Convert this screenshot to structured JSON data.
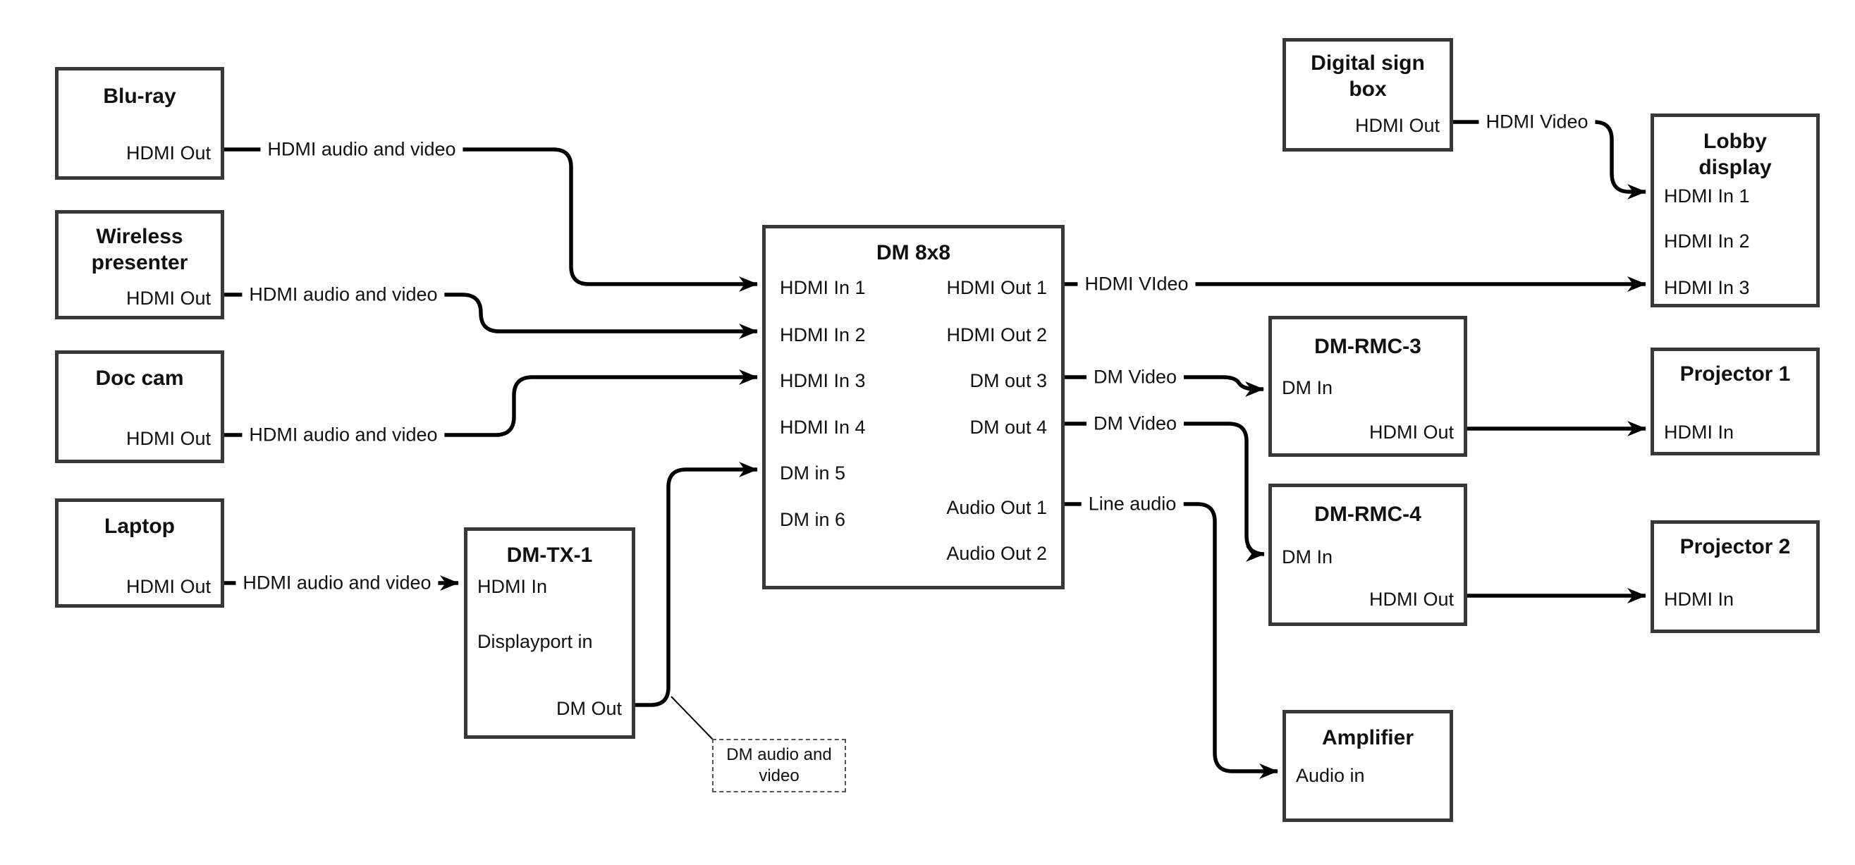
{
  "colors": {
    "wire": "#000000",
    "box_border": "#383838",
    "text": "#111111",
    "background": "#ffffff"
  },
  "nodes": {
    "bluray": {
      "title": "Blu-ray",
      "ports": {
        "hdmi_out": "HDMI Out"
      }
    },
    "wireless_presenter": {
      "title": "Wireless\npresenter",
      "ports": {
        "hdmi_out": "HDMI Out"
      }
    },
    "doc_cam": {
      "title": "Doc cam",
      "ports": {
        "hdmi_out": "HDMI Out"
      }
    },
    "laptop": {
      "title": "Laptop",
      "ports": {
        "hdmi_out": "HDMI Out"
      }
    },
    "dm_tx_1": {
      "title": "DM-TX-1",
      "ports": {
        "hdmi_in": "HDMI In",
        "displayport_in": "Displayport in",
        "dm_out": "DM Out"
      }
    },
    "dm_8x8": {
      "title": "DM 8x8",
      "ports": {
        "hdmi_in_1": "HDMI In 1",
        "hdmi_in_2": "HDMI In 2",
        "hdmi_in_3": "HDMI In 3",
        "hdmi_in_4": "HDMI In 4",
        "dm_in_5": "DM in 5",
        "dm_in_6": "DM in 6",
        "hdmi_out_1": "HDMI Out 1",
        "hdmi_out_2": "HDMI Out 2",
        "dm_out_3": "DM out 3",
        "dm_out_4": "DM out 4",
        "audio_out_1": "Audio Out 1",
        "audio_out_2": "Audio Out 2"
      }
    },
    "digital_sign_box": {
      "title": "Digital sign\nbox",
      "ports": {
        "hdmi_out": "HDMI Out"
      }
    },
    "lobby_display": {
      "title": "Lobby\ndisplay",
      "ports": {
        "hdmi_in_1": "HDMI In 1",
        "hdmi_in_2": "HDMI In 2",
        "hdmi_in_3": "HDMI In 3"
      }
    },
    "dm_rmc_3": {
      "title": "DM-RMC-3",
      "ports": {
        "dm_in": "DM In",
        "hdmi_out": "HDMI Out"
      }
    },
    "dm_rmc_4": {
      "title": "DM-RMC-4",
      "ports": {
        "dm_in": "DM In",
        "hdmi_out": "HDMI Out"
      }
    },
    "projector_1": {
      "title": "Projector 1",
      "ports": {
        "hdmi_in": "HDMI In"
      }
    },
    "projector_2": {
      "title": "Projector 2",
      "ports": {
        "hdmi_in": "HDMI In"
      }
    },
    "amplifier": {
      "title": "Amplifier",
      "ports": {
        "audio_in": "Audio in"
      }
    }
  },
  "edge_labels": {
    "bluray_to_dm8x8": "HDMI audio and video",
    "wireless_to_dm8x8": "HDMI audio and video",
    "doccam_to_dm8x8": "HDMI audio and video",
    "laptop_to_dmtx1": "HDMI audio and video",
    "hdmiout1_to_lobby": "HDMI VIdeo",
    "dmout3_to_rmc3": "DM Video",
    "dmout4_to_rmc4": "DM Video",
    "audioout1_to_amp": "Line audio",
    "digisign_to_lobby": "HDMI Video",
    "dm_callout": "DM audio and\nvideo"
  }
}
